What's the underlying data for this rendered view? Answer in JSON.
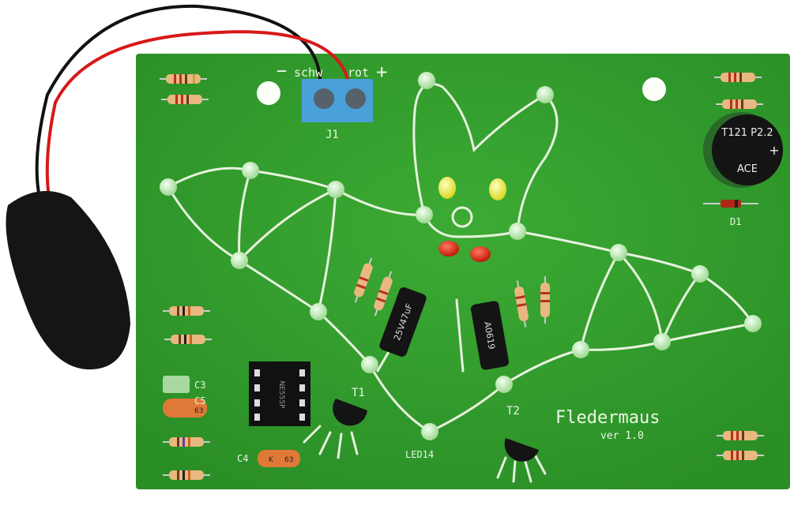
{
  "board": {
    "title": "Fledermaus",
    "version": "ver 1.0",
    "connector_minus": "−",
    "connector_black": "schw",
    "connector_red": "rot",
    "connector_plus": "+",
    "labels": {
      "j1": "J1",
      "c3": "C3",
      "c5": "C5",
      "c4": "C4",
      "led14": "LED14",
      "t1": "T1",
      "t2": "T2",
      "d1": "D1"
    },
    "buzzer": {
      "line1": "T121 P2.2",
      "line2": "ACE",
      "polarity": "+"
    },
    "ic": "NE555P",
    "capacitor_1": "25V47uF",
    "capacitor_2": "A0619",
    "ceramic_cap": "63",
    "ceramic_cap_k": "K"
  },
  "colors": {
    "pcb": "#34a02f",
    "led_green": "#bff0b0",
    "led_yellow": "#eef04a",
    "led_red": "#e02818",
    "terminal": "#4aa0d8"
  }
}
